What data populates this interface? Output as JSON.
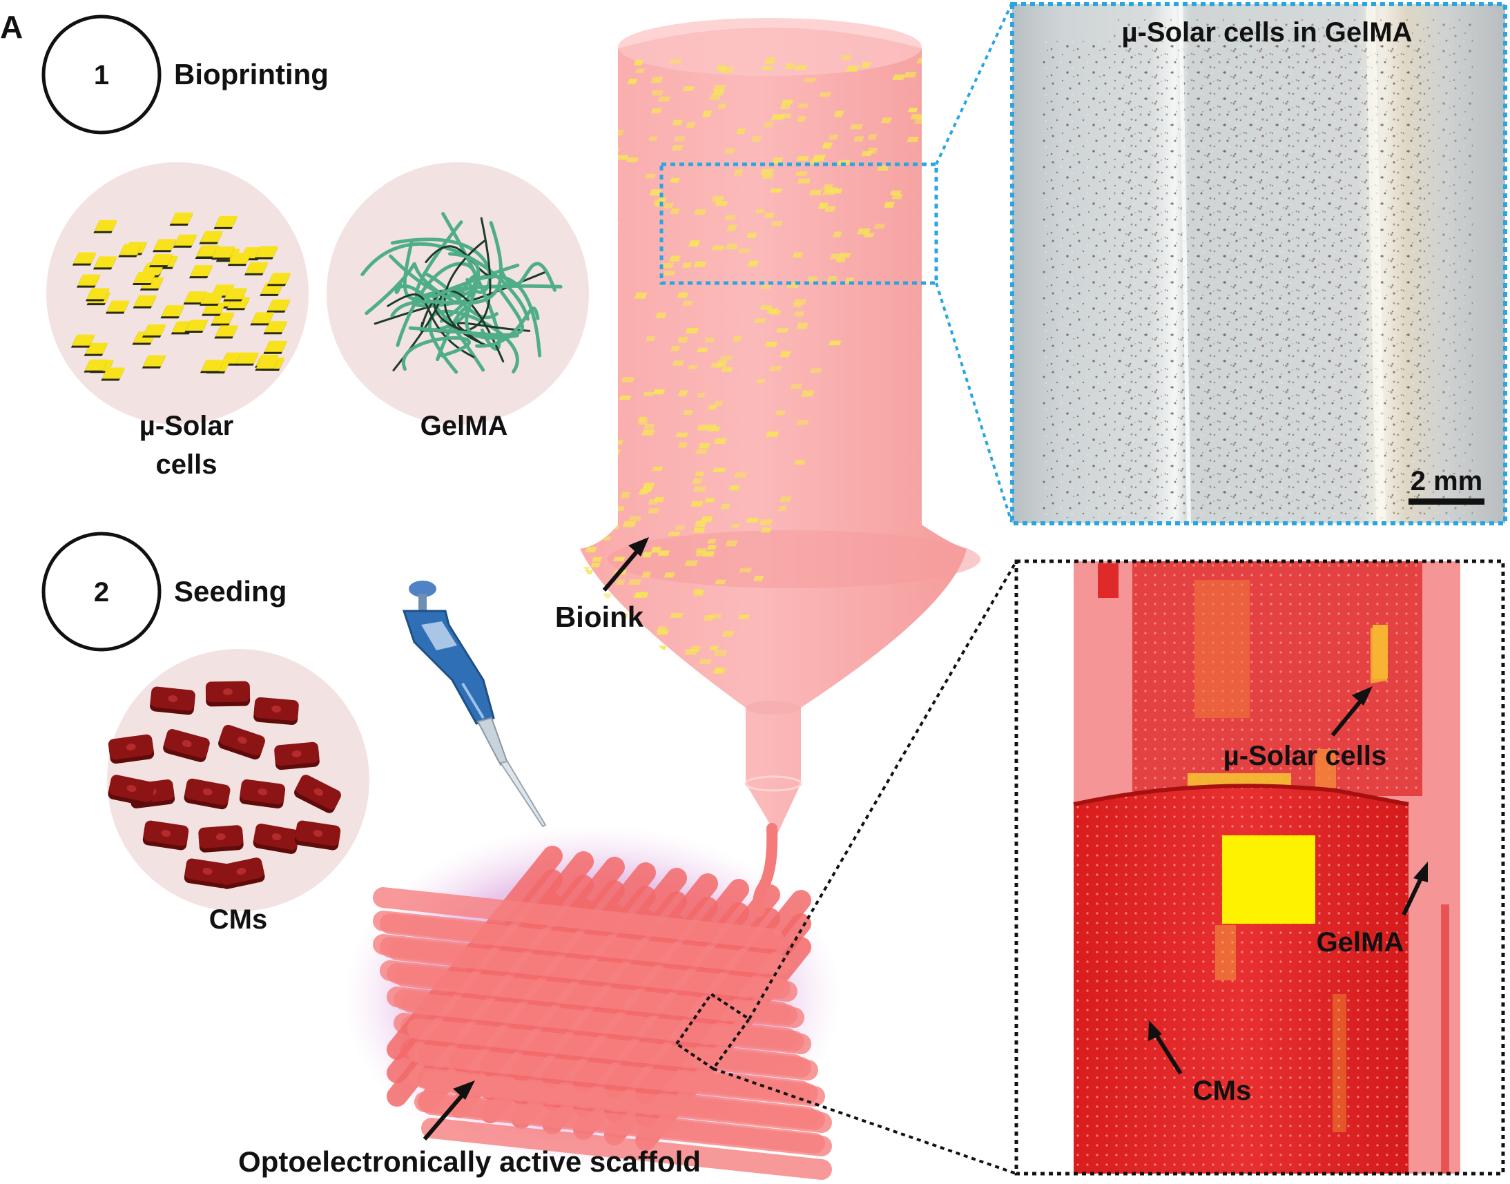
{
  "panel": {
    "letter": "A"
  },
  "steps": [
    {
      "number": "1",
      "title": "Bioprinting"
    },
    {
      "number": "2",
      "title": "Seeding"
    }
  ],
  "materials": {
    "solar_cells": {
      "line1": "µ-Solar",
      "line2": "cells"
    },
    "gelma": "GelMA",
    "cms": "CMs"
  },
  "callouts": {
    "bioink": "Bioink",
    "scaffold": "Optoelectronically active scaffold"
  },
  "micrograph": {
    "title": "µ-Solar cells in GelMA",
    "scale_bar": "2 mm"
  },
  "zoom_inset": {
    "solar_label": "µ-Solar cells",
    "gelma_label": "GelMA",
    "cms_label": "CMs"
  },
  "colors": {
    "bioink_pink": "#f8a0a0",
    "solar_yellow": "#f7e21c",
    "gelma_green": "#4fae86",
    "cm_red": "#8c1414",
    "micrograph_border": "#29a6e0",
    "scaffold_glow": "#d9a6dc"
  }
}
